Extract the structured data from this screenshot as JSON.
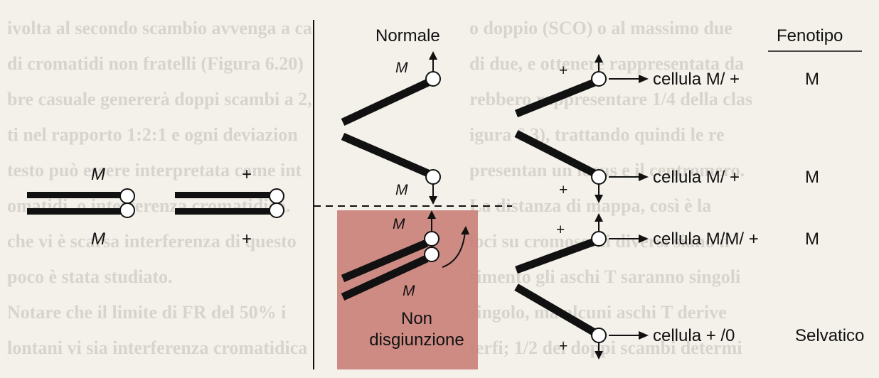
{
  "colors": {
    "background": "#f4f1ea",
    "nondisjunction_box": "#c97f79",
    "ink": "#111111"
  },
  "header": {
    "normale": "Normale",
    "fenotipo": "Fenotipo"
  },
  "parents": {
    "left_top": "M",
    "left_bottom": "M",
    "right_top": "+",
    "right_bottom": "+"
  },
  "chromatid_labels": {
    "c1": "M",
    "c2_plus": "+",
    "c3_m": "M",
    "c3_plus": "+",
    "c4_m": "M",
    "c4_plus": "+",
    "c5_m": "M",
    "c6_plus": "+"
  },
  "nondisjunction": {
    "line1": "Non",
    "line2": "disgiunzione"
  },
  "cells": [
    {
      "label": "cellula M/ +",
      "phenotype": "M"
    },
    {
      "label": "cellula M/ +",
      "phenotype": "M"
    },
    {
      "label": "cellula M/M/ +",
      "phenotype": "M"
    },
    {
      "label": "cellula + /0",
      "phenotype": "Selvatico"
    }
  ]
}
